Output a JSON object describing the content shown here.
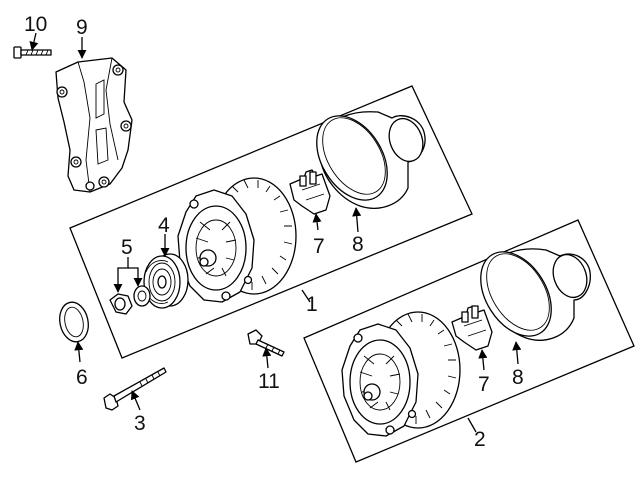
{
  "callouts": {
    "c1": "1",
    "c2": "2",
    "c3": "3",
    "c4": "4",
    "c5": "5",
    "c6": "6",
    "c7a": "7",
    "c7b": "7",
    "c8a": "8",
    "c8b": "8",
    "c9": "9",
    "c10": "10",
    "c11": "11"
  },
  "parts": {
    "alternator_assembly_1": "alternator",
    "alternator_assembly_2": "alternator",
    "bracket": "mounting-bracket",
    "bolt_long": "bolt",
    "bolt_short": "bolt",
    "pulley": "pulley",
    "nut_washer": "nut-and-washer",
    "seal": "seal-ring",
    "regulator": "voltage-regulator",
    "cover": "rear-cover"
  },
  "colors": {
    "line": "#000000",
    "background": "#ffffff"
  }
}
